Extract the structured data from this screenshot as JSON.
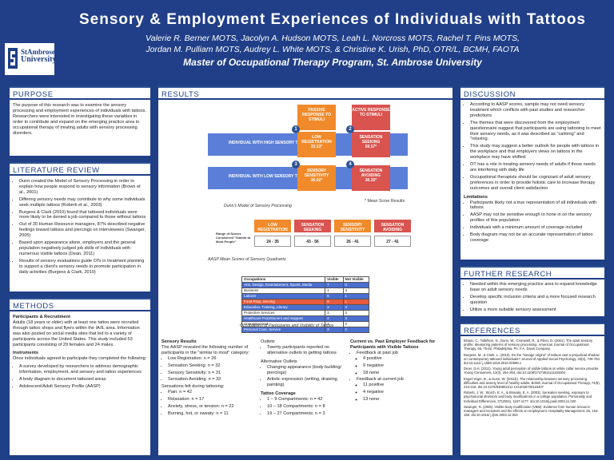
{
  "header": {
    "title": "Sensory & Employment Experiences of Individuals with Tattoos",
    "authors_line1": "Valerie R. Berner MOTS, Jacolyn A. Hudson MOTS, Leah L. Norcross MOTS, Rachel T. Pins MOTS,",
    "authors_line2": "Jordan M. Pulliam MOTS, Audrey L. White MOTS, & Christine K. Urish, PhD, OTR/L, BCMH, FAOTA",
    "program": "Master of Occupational Therapy Program, St. Ambrose University",
    "logo_line1": "StAmbrose",
    "logo_line2": "University"
  },
  "purpose": {
    "heading": "PURPOSE",
    "text": "The purpose of this research was to examine the sensory processing and employment experiences of individuals with tattoos. Researchers were interested in investigating these variables in order to contribute and expand on the emerging practice area in occupational therapy of treating adults with sensory processing disorders."
  },
  "literature": {
    "heading": "LITERATURE REVIEW",
    "items": [
      "Dunn created the Model of Sensory Processing in order to explain how people respond to sensory information (Brown et al., 2001)",
      "Differing sensory needs may contribute to why some individuals seek multiple tattoos (Roberti et al., 2003)",
      "Burgess & Clark (2010) found that tattooed individuals were more likely to be denied a job compared to those without tattoos",
      "Out of 30 Human Resource managers, 87% described negative feelings toward tattoos and piercings on interviewees (Swanger, 2005)",
      "Based upon appearance alone, employers and the general population negatively judged job skills of individuals with numerous visible tattoos (Dean, 2011)",
      "Results of sensory evaluations guide OTs in treatment planning to support a client's sensory needs to promote participation in daily activities (Burgess & Clark, 2010)"
    ]
  },
  "methods": {
    "heading": "METHODS",
    "sub1": "Participants & Recruitment",
    "text1": "Adults (18 years or older) with at least one tattoo were recruited through tattoo shops and flyers within the IA/IL area. Information was also posted on social media sites that led to a variety of participants across the United States. This study included 53 participants consisting of 29 females and 24 males.",
    "sub2": "Instruments",
    "text2": "Once individuals agreed to participate they completed the following:",
    "items": [
      "A survey developed by researchers to address demographic information, employment, and sensory and tattoo experiences",
      "A body diagram to document tattooed areas",
      "Adolescent/Adult Sensory Profile (AASP)"
    ]
  },
  "results": {
    "heading": "RESULTS",
    "passive": "PASSIVE RESPONSE TO STIMULI",
    "active": "ACTIVE RESPONSE TO STIMULI",
    "high": "INDIVIDUAL WITH HIGH SENSORY TOLERANCE",
    "low": "INDIVIDUAL WITH LOW SENSORY TOLERANCE",
    "q1_num": "1",
    "q1_label": "LOW REGISTRATION",
    "q1_val": "33.13*",
    "q2_num": "2",
    "q2_label": "SENSATION SEEKING",
    "q2_val": "50.57*",
    "q3_num": "3",
    "q3_label": "SENSORY SENSITIVITY",
    "q3_val": "36.02*",
    "q4_num": "4",
    "q4_label": "SENSATION AVOIDING",
    "q4_val": "36.25*",
    "mean_note": "* Mean Score Results",
    "model_caption": "Dunn's Model of Sensory Processing",
    "range_label": "Range of Scores Considered \"Similar to Most People\"",
    "range_heads": [
      "LOW REGISTRATION",
      "SENSATION SEEKING",
      "SENSORY SENSITIVITY",
      "SENSATION AVOIDING"
    ],
    "range_vals": [
      "24 - 35",
      "43 - 56",
      "26 - 41",
      "27 - 41"
    ],
    "aasp_caption": "AASP Mean Scores of Sensory Quadrants",
    "table_head": [
      "Occupations",
      "Visible",
      "Not Visible"
    ],
    "table_rows": [
      [
        "Arts, Design, Entertainment, Sports, Media",
        "7",
        "0"
      ],
      [
        "Business",
        "1",
        "4"
      ],
      [
        "Laborer",
        "5",
        "1"
      ],
      [
        "Food Prep, Serving",
        "8",
        "1"
      ],
      [
        "Education, Training, Library",
        "3",
        "3"
      ],
      [
        "Protective Services",
        "3",
        "0"
      ],
      [
        "Healthcare Practitioners and Support",
        "2",
        "3"
      ],
      [
        "Unemployment",
        "3",
        "2"
      ],
      [
        "Personal Care, Service",
        "3",
        "2"
      ]
    ],
    "table_caption": "Occupations of Participants and Visibility of Tattoos",
    "sens_title": "Sensory Results",
    "sens_intro": "The AASP revealed the following number of participants in the \"similar to most\" category:",
    "sens_items": [
      "Low Registration: n = 26",
      "Sensation Seeking: n = 32",
      "Sensory Sensitivity: n = 31",
      "Sensation Avoiding: n = 32"
    ],
    "felt_title": "Sensations felt during tattooing:",
    "felt_items": [
      "Pain: n = 42",
      "Relaxation: n = 17",
      "Anxiety, stress, or tension: n = 22",
      "Burning, hot, or sweaty: n = 11"
    ],
    "outlets_title": "Outlets",
    "outlets_items": [
      "Twenty participants reported no alternative outlets to getting tattoos"
    ],
    "alt_title": "Alternative Outlets",
    "alt_items": [
      "Changing appearance (body building/ piercings)",
      "Artistic expression (writing, drawing, painting)"
    ],
    "cov_title": "Tattoo Coverage",
    "cov_items": [
      "1 – 9 Compartments: n = 42",
      "10 – 18 Compartments: n = 8",
      "19 – 27 Compartments: n = 3"
    ],
    "fb_title": "Current vs. Past Employer Feedback for Participants with Visible Tattoos",
    "fb_past": "Feedback at past job",
    "fb_past_items": [
      "4 positive",
      "9 negative",
      "18 none"
    ],
    "fb_cur": "Feedback at current job",
    "fb_cur_items": [
      "11 positive",
      "4 negative",
      "13 none"
    ]
  },
  "discussion": {
    "heading": "DISCUSSION",
    "items": [
      "According to AASP scores, sample may not need sensory treatment which conflicts with past studies and researcher predictions",
      "The themes that were discovered from the employment questionnaire suggest that participants are using tattooing to meet their sensory needs, as it was described as \"calming\" and \"relaxing.",
      "This study may suggest a better outlook for people with tattoos in the workplace and that employers views on tattoos in the workplace may have shifted.",
      "OT has a role in treating sensory needs of adults if those needs are interfering with daily life",
      "Occupational therapists should be cognizant of adult sensory preferences in order to provide holistic care to increase therapy outcomes and overall client satisfaction"
    ],
    "limits_title": "Limitations",
    "limits": [
      "Participants likely not a true representation of all individuals with tattoos",
      "AASP may not be sensitive enough to hone in on the sensory profiles of this population",
      "Individuals with a minimum amount of coverage included",
      "Body diagram may not be an accurate representation of tattoo coverage"
    ]
  },
  "further": {
    "heading": "FURTHER RESEARCH",
    "items": [
      "Needed within this emerging practice area to expand knowledge base on adult sensory needs",
      "Develop specific inclusion criteria and a more focused research question",
      "Utilize a more suitable sensory assessment"
    ]
  },
  "references": {
    "heading": "REFERENCES",
    "items": [
      "Brown, C., Tollefson, N., Dunn, W., Cromwell, R., & Filion, D. (2001). The adult sensory profile: Measuring patterns of sensory processing. American Journal of Occupational Therapy, 55, 75-82. Philadelphia, PA: F.A. Davis Company.",
      "Burgess, M., & Clark, L. (2010). Do the \"savage origins\" of tattoos cast a prejudicial shadow on contemporary tattooed individuals? Journal of Applied Social Psychology, 40(3), 746-764. doi:10.1111/ j.1559-1816.2010.00596.x",
      "Dean, D.H. (2011). Young adult perception of visible tattoos on white collar service provider. Young Consumers, 12(3), 254-264. doi:10.1108/17473611111163304",
      "Engel-Yeger, B., & Dunn, W. (2011b). The relationship between sensory processing difficulties and anxiety level of healthy adults. British Journal of Occupational Therapy, 74(5), 210-216. doi:10.4276/030802211 1X13046730116407",
      "Roberti, J. W., Storch, E. A., & Bravata, E. A. (2003). Sensation seeking, exposure to psychosocial stressors and body modifications in a college population. Personality and Individual Differences, 37(2004), 1167-1177. doi:10.1016/j.paid.2003.11.020",
      "Swanger, N. (2005). Visible body modification (VBM): Evidence from human resource managers and recruiters and the effects on employment. Hospitality Management, 25, 154-158. doi:10.1016/ j.ijhm.2004.12.004"
    ]
  },
  "colors": {
    "background": "#1f3f86",
    "orange": "#f08a2a",
    "red": "#d9534f",
    "blue_band": "#5b7fd8",
    "navy": "#2d5296"
  }
}
